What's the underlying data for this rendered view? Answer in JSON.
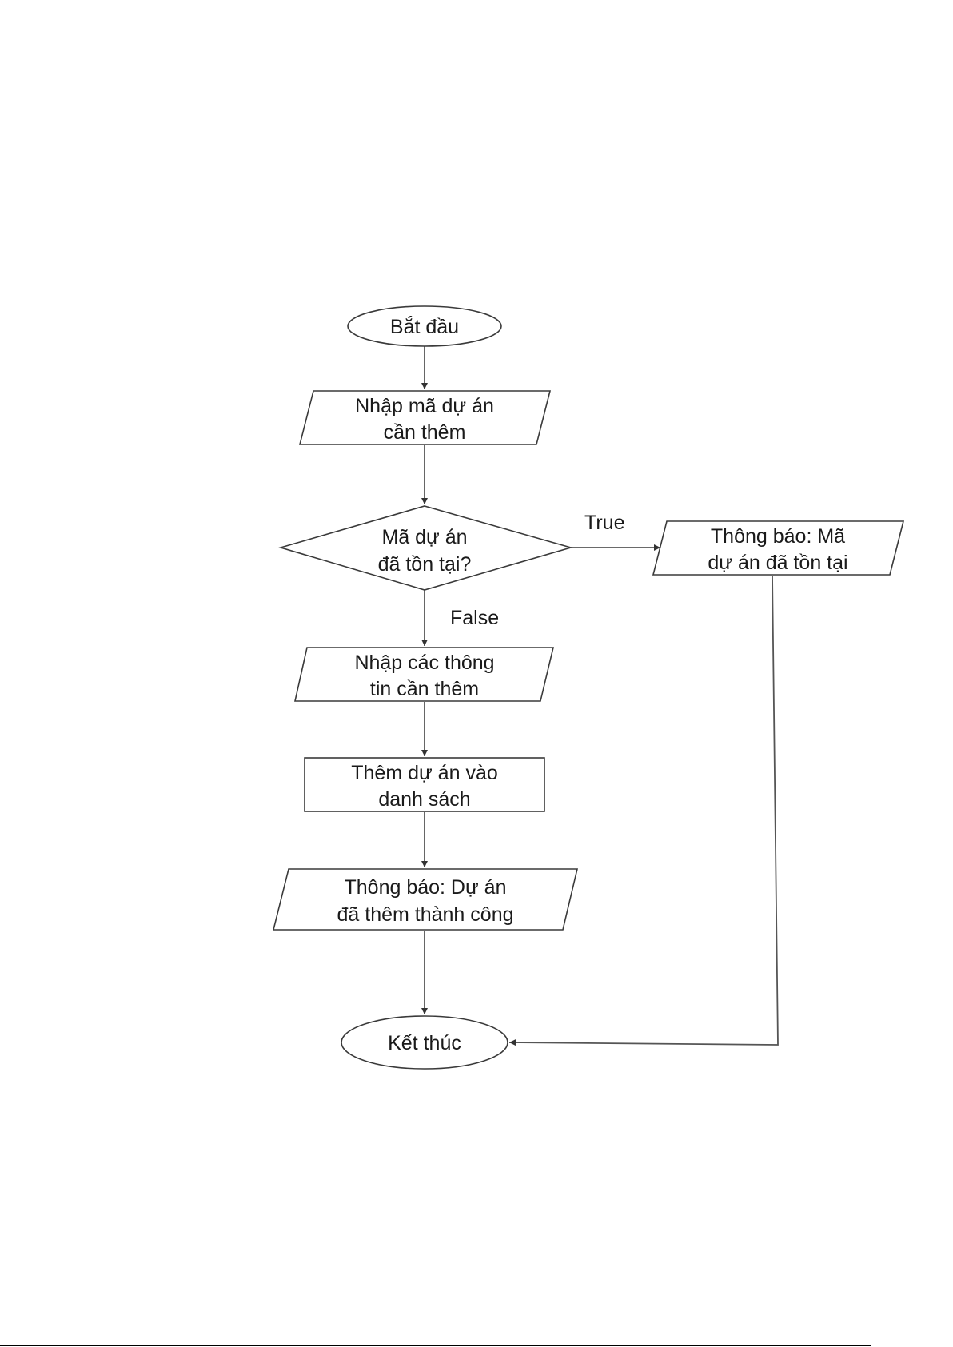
{
  "diagram": {
    "type": "flowchart",
    "nodes": [
      {
        "id": "start",
        "kind": "terminator",
        "lines": [
          "Bắt đầu"
        ]
      },
      {
        "id": "input-code",
        "kind": "io",
        "lines": [
          "Nhập mã dự án",
          "cần thêm"
        ]
      },
      {
        "id": "check-exists",
        "kind": "decision",
        "lines": [
          "Mã dự án",
          "đã tồn tại?"
        ]
      },
      {
        "id": "notify-exists",
        "kind": "io",
        "lines": [
          "Thông báo: Mã",
          "dự án đã tồn tại"
        ]
      },
      {
        "id": "input-info",
        "kind": "io",
        "lines": [
          "Nhập các thông",
          "tin cần thêm"
        ]
      },
      {
        "id": "add-project",
        "kind": "process",
        "lines": [
          "Thêm dự án vào",
          "danh sách"
        ]
      },
      {
        "id": "notify-success",
        "kind": "io",
        "lines": [
          "Thông báo: Dự án",
          "đã thêm thành công"
        ]
      },
      {
        "id": "end",
        "kind": "terminator",
        "lines": [
          "Kết thúc"
        ]
      }
    ],
    "edges": [
      {
        "from": "start",
        "to": "input-code",
        "label": ""
      },
      {
        "from": "input-code",
        "to": "check-exists",
        "label": ""
      },
      {
        "from": "check-exists",
        "to": "notify-exists",
        "label": "True"
      },
      {
        "from": "check-exists",
        "to": "input-info",
        "label": "False"
      },
      {
        "from": "input-info",
        "to": "add-project",
        "label": ""
      },
      {
        "from": "add-project",
        "to": "notify-success",
        "label": ""
      },
      {
        "from": "notify-success",
        "to": "end",
        "label": ""
      },
      {
        "from": "notify-exists",
        "to": "end",
        "label": ""
      }
    ]
  },
  "colors": {
    "stroke": "#3a3a3a",
    "text": "#1a1a1a",
    "background": "#ffffff"
  }
}
